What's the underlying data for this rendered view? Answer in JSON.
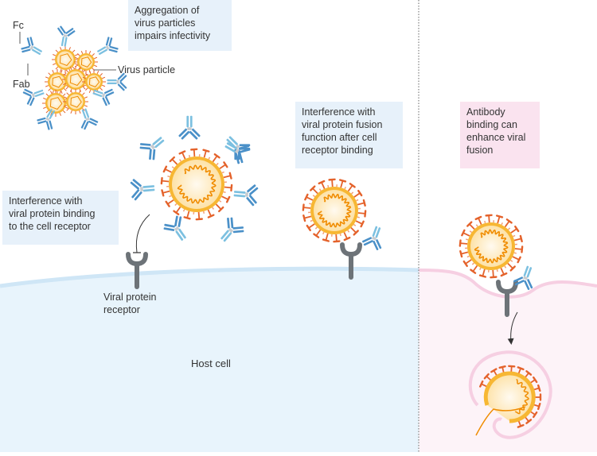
{
  "figure": {
    "panels": [
      {
        "id": "neutralizing",
        "background": "#e8f4fc",
        "membrane_color": "#cfe6f6"
      },
      {
        "id": "enhancing",
        "background": "#fdf3f8",
        "membrane_color": "#f6cfe2"
      }
    ],
    "colors": {
      "virus_shell": "#f7b733",
      "virus_core": "#fde9c4",
      "virus_rna": "#f08c00",
      "spike": "#e4622b",
      "antibody_dark": "#4a90c8",
      "antibody_light": "#7cc0e0",
      "receptor": "#6d7378",
      "divider": "#999999"
    },
    "labels": {
      "fc": "Fc",
      "fab": "Fab",
      "virus_particle": "Virus particle",
      "viral_protein_receptor": "Viral protein\nreceptor",
      "host_cell": "Host cell"
    },
    "callouts": {
      "aggregation": "Aggregation of\nvirus particles\nimpairs infectivity",
      "binding_interference": "Interference with\nviral protein binding\nto the cell receptor",
      "fusion_interference": "Interference with\nviral protein fusion\nfunction after cell\nreceptor binding",
      "enhancement": "Antibody\nbinding can\nenhance viral\nfusion"
    }
  }
}
